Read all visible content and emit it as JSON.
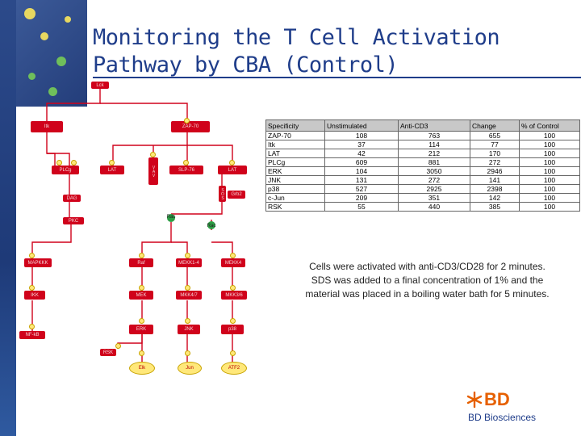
{
  "slide": {
    "title_line1": "Monitoring the T Cell Activation",
    "title_line2": "Pathway by CBA (Control)",
    "note": "Cells were activated with anti-CD3/CD28 for 2 minutes. SDS was added to a final concentration of 1% and the material was placed in a boiling water bath for 5 minutes.",
    "brand": "BD",
    "brand_sub": "BD Biosciences"
  },
  "pathway": {
    "nodes": {
      "lck": "Lck",
      "itk": "Itk",
      "zap70": "ZAP-70",
      "plcg": "PLCg",
      "lat1": "LAT",
      "vav": "VAV",
      "slp76": "SLP-76",
      "lat2": "LAT",
      "sos": "SOS",
      "grb2": "Grb2",
      "dag": "DAG",
      "pkc": "PKC",
      "ras": "Ras",
      "rac": "Rac",
      "mapkkk": "MAPKKK",
      "ikk": "IKK",
      "nfkb": "NF-kB",
      "raf": "Raf",
      "mekk14": "MEKK1-4",
      "mekk4": "MEKK4",
      "mek": "MEK",
      "mkk47": "MKK4/7",
      "mkk36": "MKK3/6",
      "erk": "ERK",
      "jnk": "JNK",
      "p38": "p38",
      "rsk": "RSK",
      "elk": "Elk",
      "jun": "Jun",
      "atf2": "ATF2"
    }
  },
  "table": {
    "headers": [
      "Specificity",
      "Unstimulated",
      "Anti-CD3",
      "Change",
      "% of Control"
    ],
    "rows": [
      [
        "ZAP-70",
        "108",
        "763",
        "655",
        "100"
      ],
      [
        "Itk",
        "37",
        "114",
        "77",
        "100"
      ],
      [
        "LAT",
        "42",
        "212",
        "170",
        "100"
      ],
      [
        "PLCg",
        "609",
        "881",
        "272",
        "100"
      ],
      [
        "ERK",
        "104",
        "3050",
        "2946",
        "100"
      ],
      [
        "JNK",
        "131",
        "272",
        "141",
        "100"
      ],
      [
        "p38",
        "527",
        "2925",
        "2398",
        "100"
      ],
      [
        "c-Jun",
        "209",
        "351",
        "142",
        "100"
      ],
      [
        "RSK",
        "55",
        "440",
        "385",
        "100"
      ]
    ]
  },
  "colors": {
    "title": "#1f3d8a",
    "node": "#d0021b",
    "phospho": "#ffe87a",
    "brand": "#e66000"
  }
}
